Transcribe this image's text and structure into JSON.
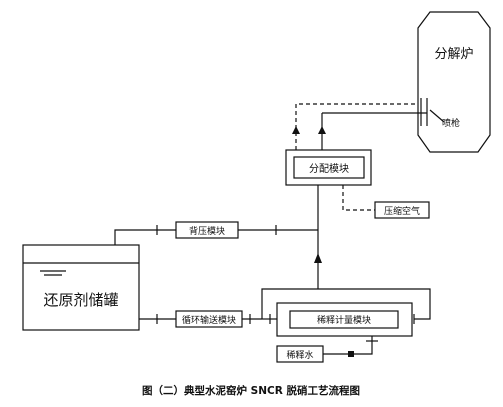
{
  "nodes": {
    "furnace": "分解炉",
    "spray_gun": "喷枪",
    "distribution_module": "分配模块",
    "compressed_air": "压缩空气",
    "back_pressure_module": "背压模块",
    "storage_tank": "还原剂储罐",
    "circulation_module": "循环输送模块",
    "dilution_metering_module": "稀释计量模块",
    "dilution_water": "稀释水"
  },
  "caption": "图（二）典型水泥窑炉 SNCR 脱硝工艺流程图"
}
